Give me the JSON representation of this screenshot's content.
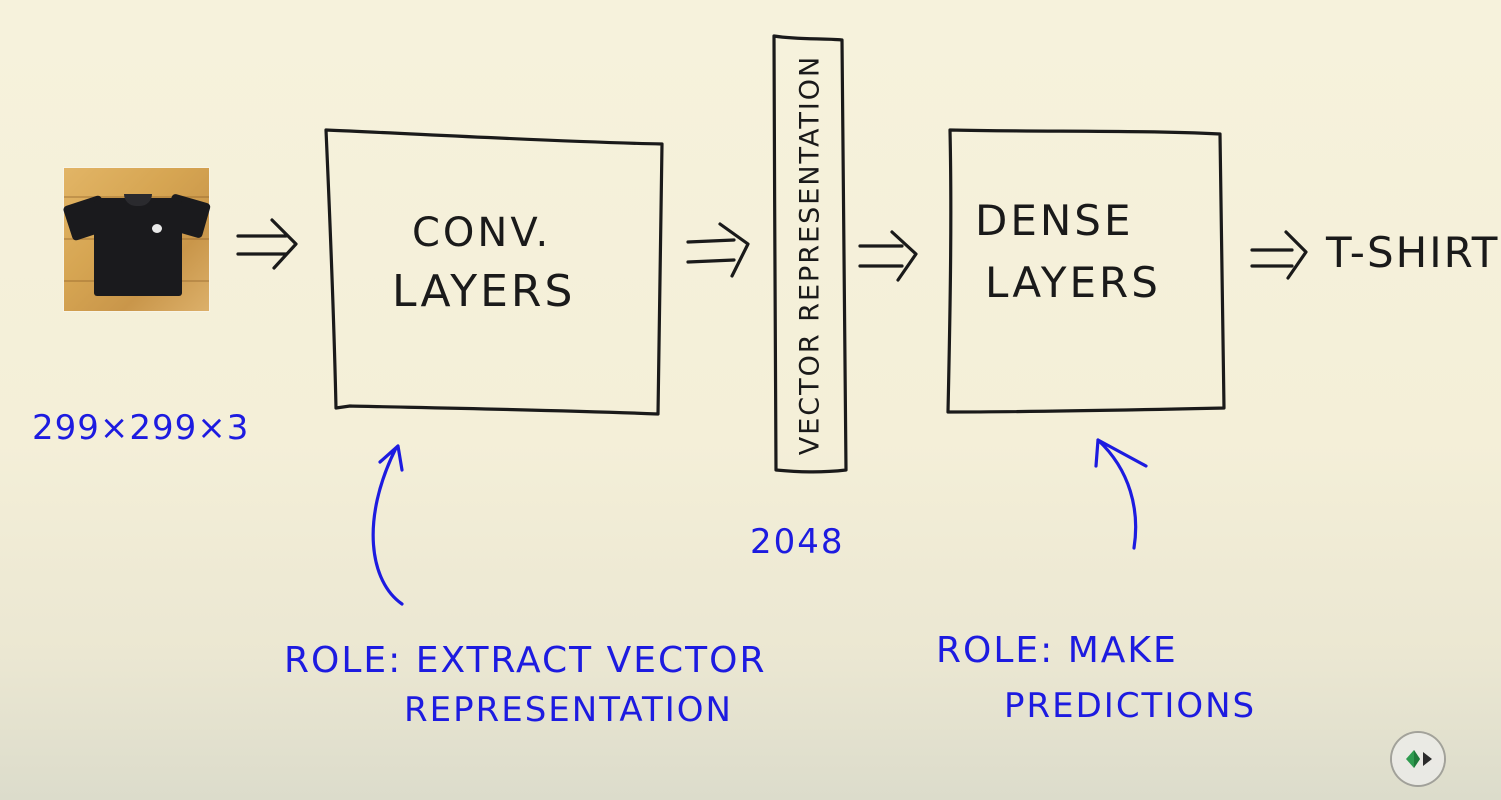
{
  "diagram": {
    "input_image_label": "",
    "input_shape": "299×299×3",
    "conv_box": {
      "line1": "CONV.",
      "line2": "LAYERS"
    },
    "vector_bar": {
      "label": "VECTOR REPRESENTATION"
    },
    "vector_size": "2048",
    "dense_box": {
      "line1": "DENSE",
      "line2": "LAYERS"
    },
    "output_label": "T-SHIRT",
    "conv_role": {
      "line1": "ROLE: EXTRACT VECTOR",
      "line2": "REPRESENTATION"
    },
    "dense_role": {
      "line1": "ROLE: MAKE",
      "line2": "PREDICTIONS"
    }
  },
  "colors": {
    "background": "#f6f2dc",
    "ink_black": "#1a1a1a",
    "ink_blue": "#1d1be0"
  },
  "icons": {
    "player_button": "play-icon"
  }
}
